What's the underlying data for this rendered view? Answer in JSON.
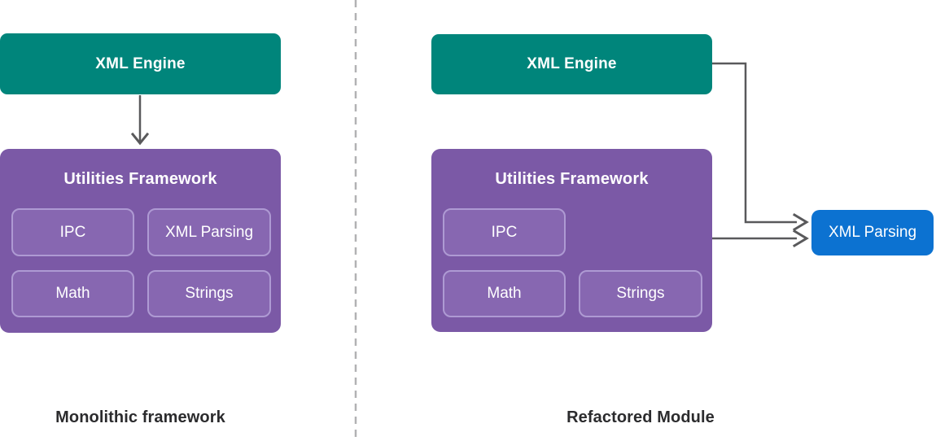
{
  "diagram": {
    "left": {
      "caption": "Monolithic framework",
      "engine_label": "XML Engine",
      "framework_label": "Utilities Framework",
      "modules": [
        "IPC",
        "XML Parsing",
        "Math",
        "Strings"
      ]
    },
    "right": {
      "caption": "Refactored Module",
      "engine_label": "XML Engine",
      "framework_label": "Utilities Framework",
      "modules": [
        "IPC",
        "Math",
        "Strings"
      ],
      "extracted_label": "XML Parsing"
    },
    "colors": {
      "engine_teal": "#00857B",
      "framework_purple": "#7B59A6",
      "module_fill": "#8767B1",
      "module_border": "#AE9AD3",
      "extracted_blue": "#0C72D1",
      "connector_gray": "#59595B",
      "caption_text": "#2B2B2D",
      "divider_gray": "#B2B2B4"
    }
  }
}
